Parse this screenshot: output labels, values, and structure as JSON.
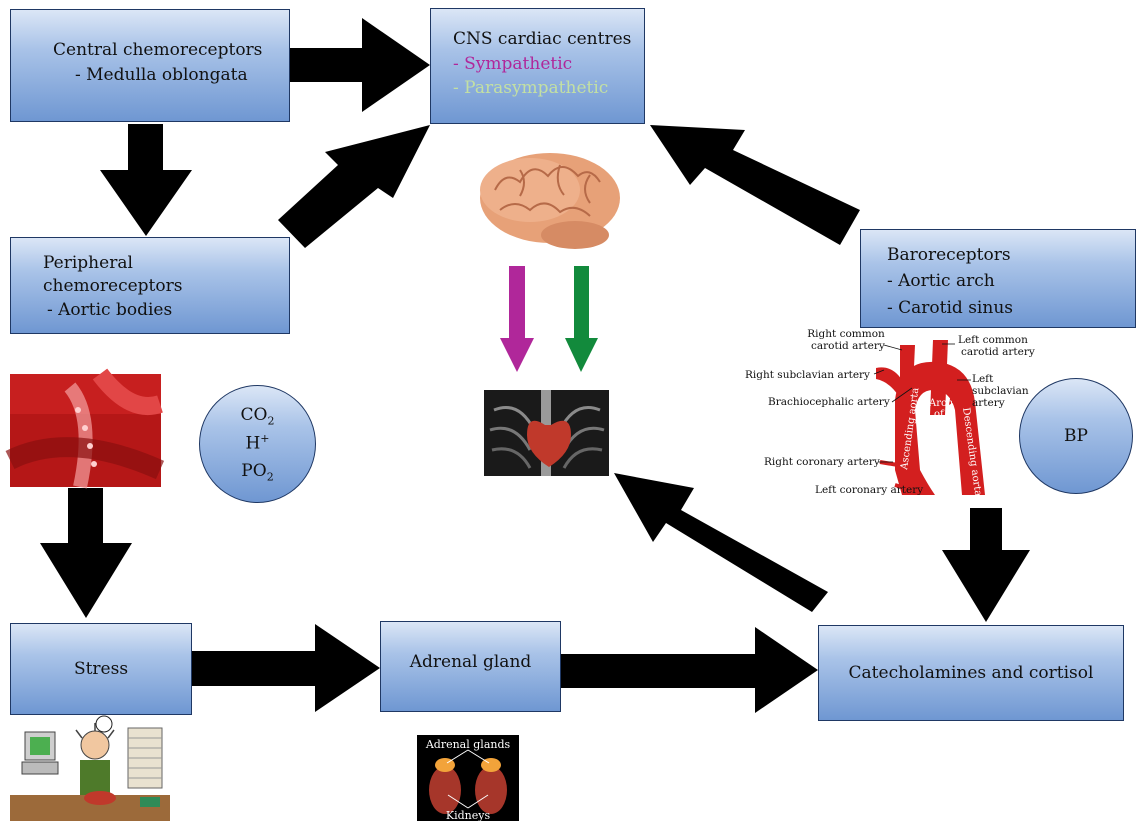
{
  "cns": {
    "title": "CNS cardiac centres",
    "sympathetic": "- Sympathetic",
    "parasympathetic": "- Parasympathetic"
  },
  "central": {
    "title": "Central chemoreceptors",
    "sub": "- Medulla oblongata"
  },
  "peripheral": {
    "line1": "Peripheral",
    "line2": "chemoreceptors",
    "sub": "- Aortic bodies"
  },
  "baro": {
    "title": "Baroreceptors",
    "sub1": "- Aortic arch",
    "sub2": "- Carotid sinus"
  },
  "gases": {
    "co2": "CO",
    "co2_sub": "2",
    "h": "H",
    "h_sup": "+",
    "po2": "PO",
    "po2_sub": "2"
  },
  "bp": "BP",
  "stress": "Stress",
  "adrenal": "Adrenal gland",
  "catecholamines": "Catecholamines and cortisol",
  "adrenal_image": {
    "top": "Adrenal glands",
    "bottom": "Kidneys"
  },
  "aorta_labels": {
    "right_common_carotid_1": "Right common",
    "right_common_carotid_2": "carotid artery",
    "left_common_carotid_1": "Left common",
    "left_common_carotid_2": "carotid artery",
    "right_subclavian": "Right subclavian artery",
    "left_subclavian_1": "Left",
    "left_subclavian_2": "subclavian",
    "left_subclavian_3": "artery",
    "brachiocephalic": "Brachiocephalic artery",
    "right_coronary": "Right coronary artery",
    "left_coronary": "Left coronary artery",
    "ascending": "Ascending aorta",
    "arch_1": "Arch",
    "arch_2": "of",
    "arch_3": "aorta",
    "descending": "Descending aorta"
  },
  "colors": {
    "sympathetic": "#b0279a",
    "parasympathetic": "#c3e0a3",
    "arrow": "#000000",
    "green_arrow": "#128a3c"
  }
}
